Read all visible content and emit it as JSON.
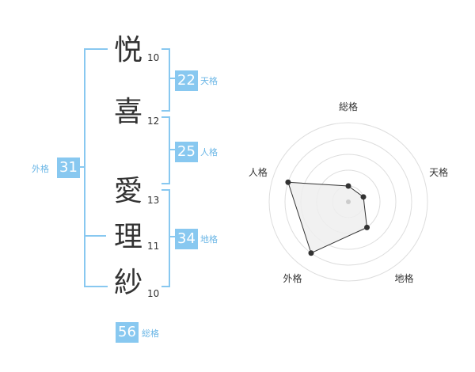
{
  "name": {
    "chars": [
      {
        "char": "悦",
        "strokes": "10"
      },
      {
        "char": "喜",
        "strokes": "12"
      },
      {
        "char": "愛",
        "strokes": "13"
      },
      {
        "char": "理",
        "strokes": "11"
      },
      {
        "char": "紗",
        "strokes": "10"
      }
    ]
  },
  "kakusu": {
    "tenkaku": {
      "value": "22",
      "label": "天格"
    },
    "jinkaku": {
      "value": "25",
      "label": "人格"
    },
    "chikaku": {
      "value": "34",
      "label": "地格"
    },
    "gaikaku": {
      "value": "31",
      "label": "外格"
    },
    "soukaku": {
      "value": "56",
      "label": "総格"
    }
  },
  "chart_data": {
    "type": "radar",
    "axes": [
      "総格",
      "天格",
      "地格",
      "外格",
      "人格"
    ],
    "values": [
      1,
      1,
      2,
      4,
      4
    ],
    "max": 5,
    "rings": 5,
    "colors": {
      "fill": "#eeeeee",
      "stroke": "#333333",
      "rings": "#dddddd"
    }
  },
  "colors": {
    "accent": "#88c8f0",
    "label": "#6ab6e6",
    "text": "#333333"
  }
}
